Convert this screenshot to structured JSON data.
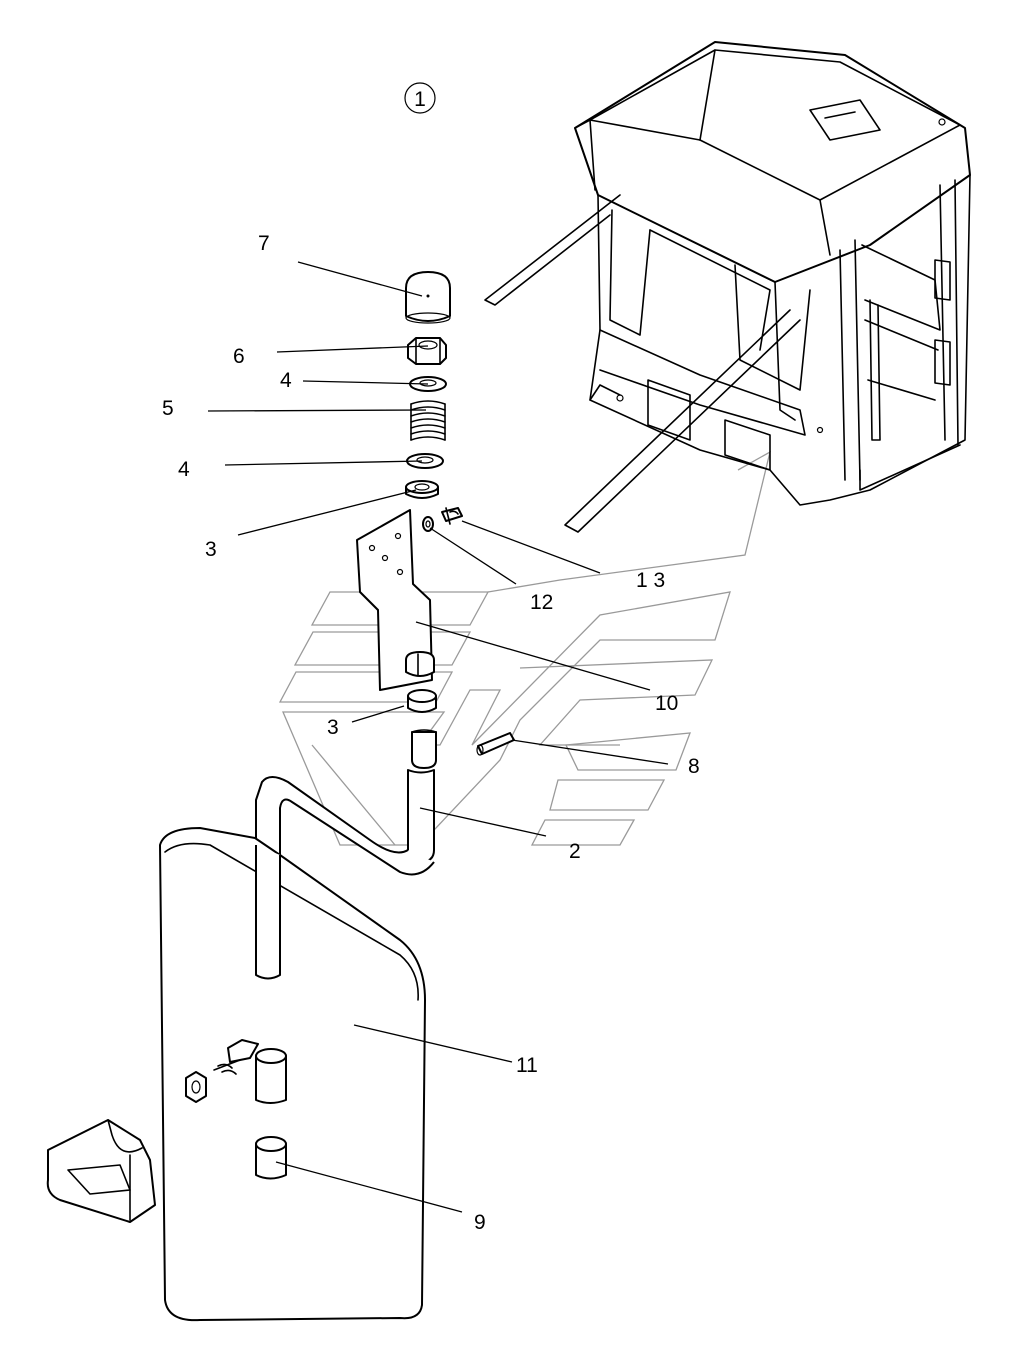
{
  "figure": {
    "view_number": "1"
  },
  "callouts": [
    {
      "id": "c7",
      "label": "7"
    },
    {
      "id": "c6",
      "label": "6"
    },
    {
      "id": "c4a",
      "label": "4"
    },
    {
      "id": "c5",
      "label": "5"
    },
    {
      "id": "c4b",
      "label": "4"
    },
    {
      "id": "c3a",
      "label": "3"
    },
    {
      "id": "c12",
      "label": "12"
    },
    {
      "id": "c13",
      "label": "1 3"
    },
    {
      "id": "c10",
      "label": "10"
    },
    {
      "id": "c3b",
      "label": "3"
    },
    {
      "id": "c8",
      "label": "8"
    },
    {
      "id": "c2",
      "label": "2"
    },
    {
      "id": "c11",
      "label": "11"
    },
    {
      "id": "c9",
      "label": "9"
    }
  ],
  "colors": {
    "line": "#000000",
    "background": "#ffffff",
    "watermark": "#9a9a9a"
  }
}
